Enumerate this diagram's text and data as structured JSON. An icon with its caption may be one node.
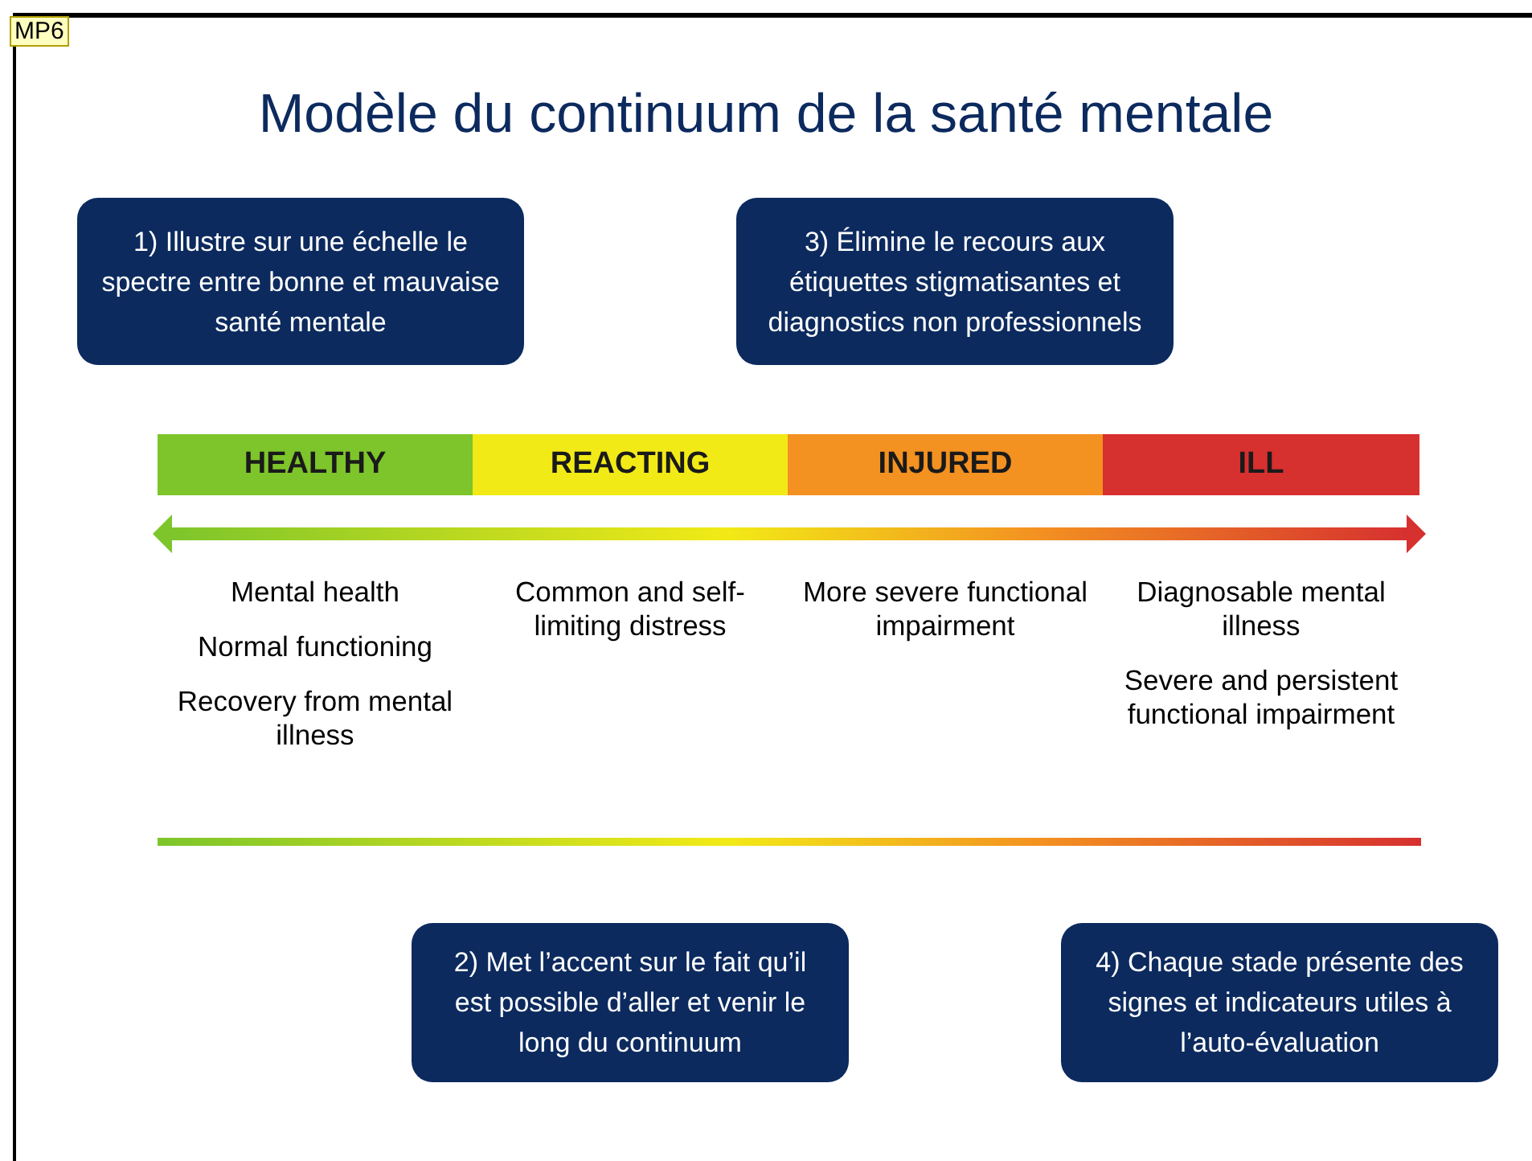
{
  "diagram": {
    "title": "Modèle du continuum de la santé mentale",
    "nodes": [
      {
        "text": [
          "1) Illustre sur une échelle le spectre entre bonne et mauvaise santé mentale"
        ]
      },
      {
        "text": [
          "3) Élimine le recours aux étiquettes stigmatisantes et diagnostics non professionnels"
        ]
      },
      {
        "text": [
          "HEALTHY"
        ],
        "beside": [
          "Mental health",
          "Normal functioning",
          "Recovery from mental illness"
        ]
      },
      {
        "text": [
          "REACTING"
        ],
        "beside": [
          "Common and self-limiting distress"
        ]
      },
      {
        "text": [
          "INJURED"
        ],
        "beside": [
          "More severe functional impairment"
        ]
      },
      {
        "text": [
          "ILL"
        ],
        "beside": [
          "Diagnosable mental illness",
          "Severe and persistent functional impairment"
        ]
      },
      {
        "text": [
          "2) Met l’accent sur le fait qu’il est possible d’aller et venir le long du continuum"
        ]
      },
      {
        "text": [
          "4) Chaque stade présente des signes et indicateurs utiles à l’auto-évaluation"
        ]
      }
    ],
    "edges": [],
    "labels": [
      "MP6"
    ]
  }
}
